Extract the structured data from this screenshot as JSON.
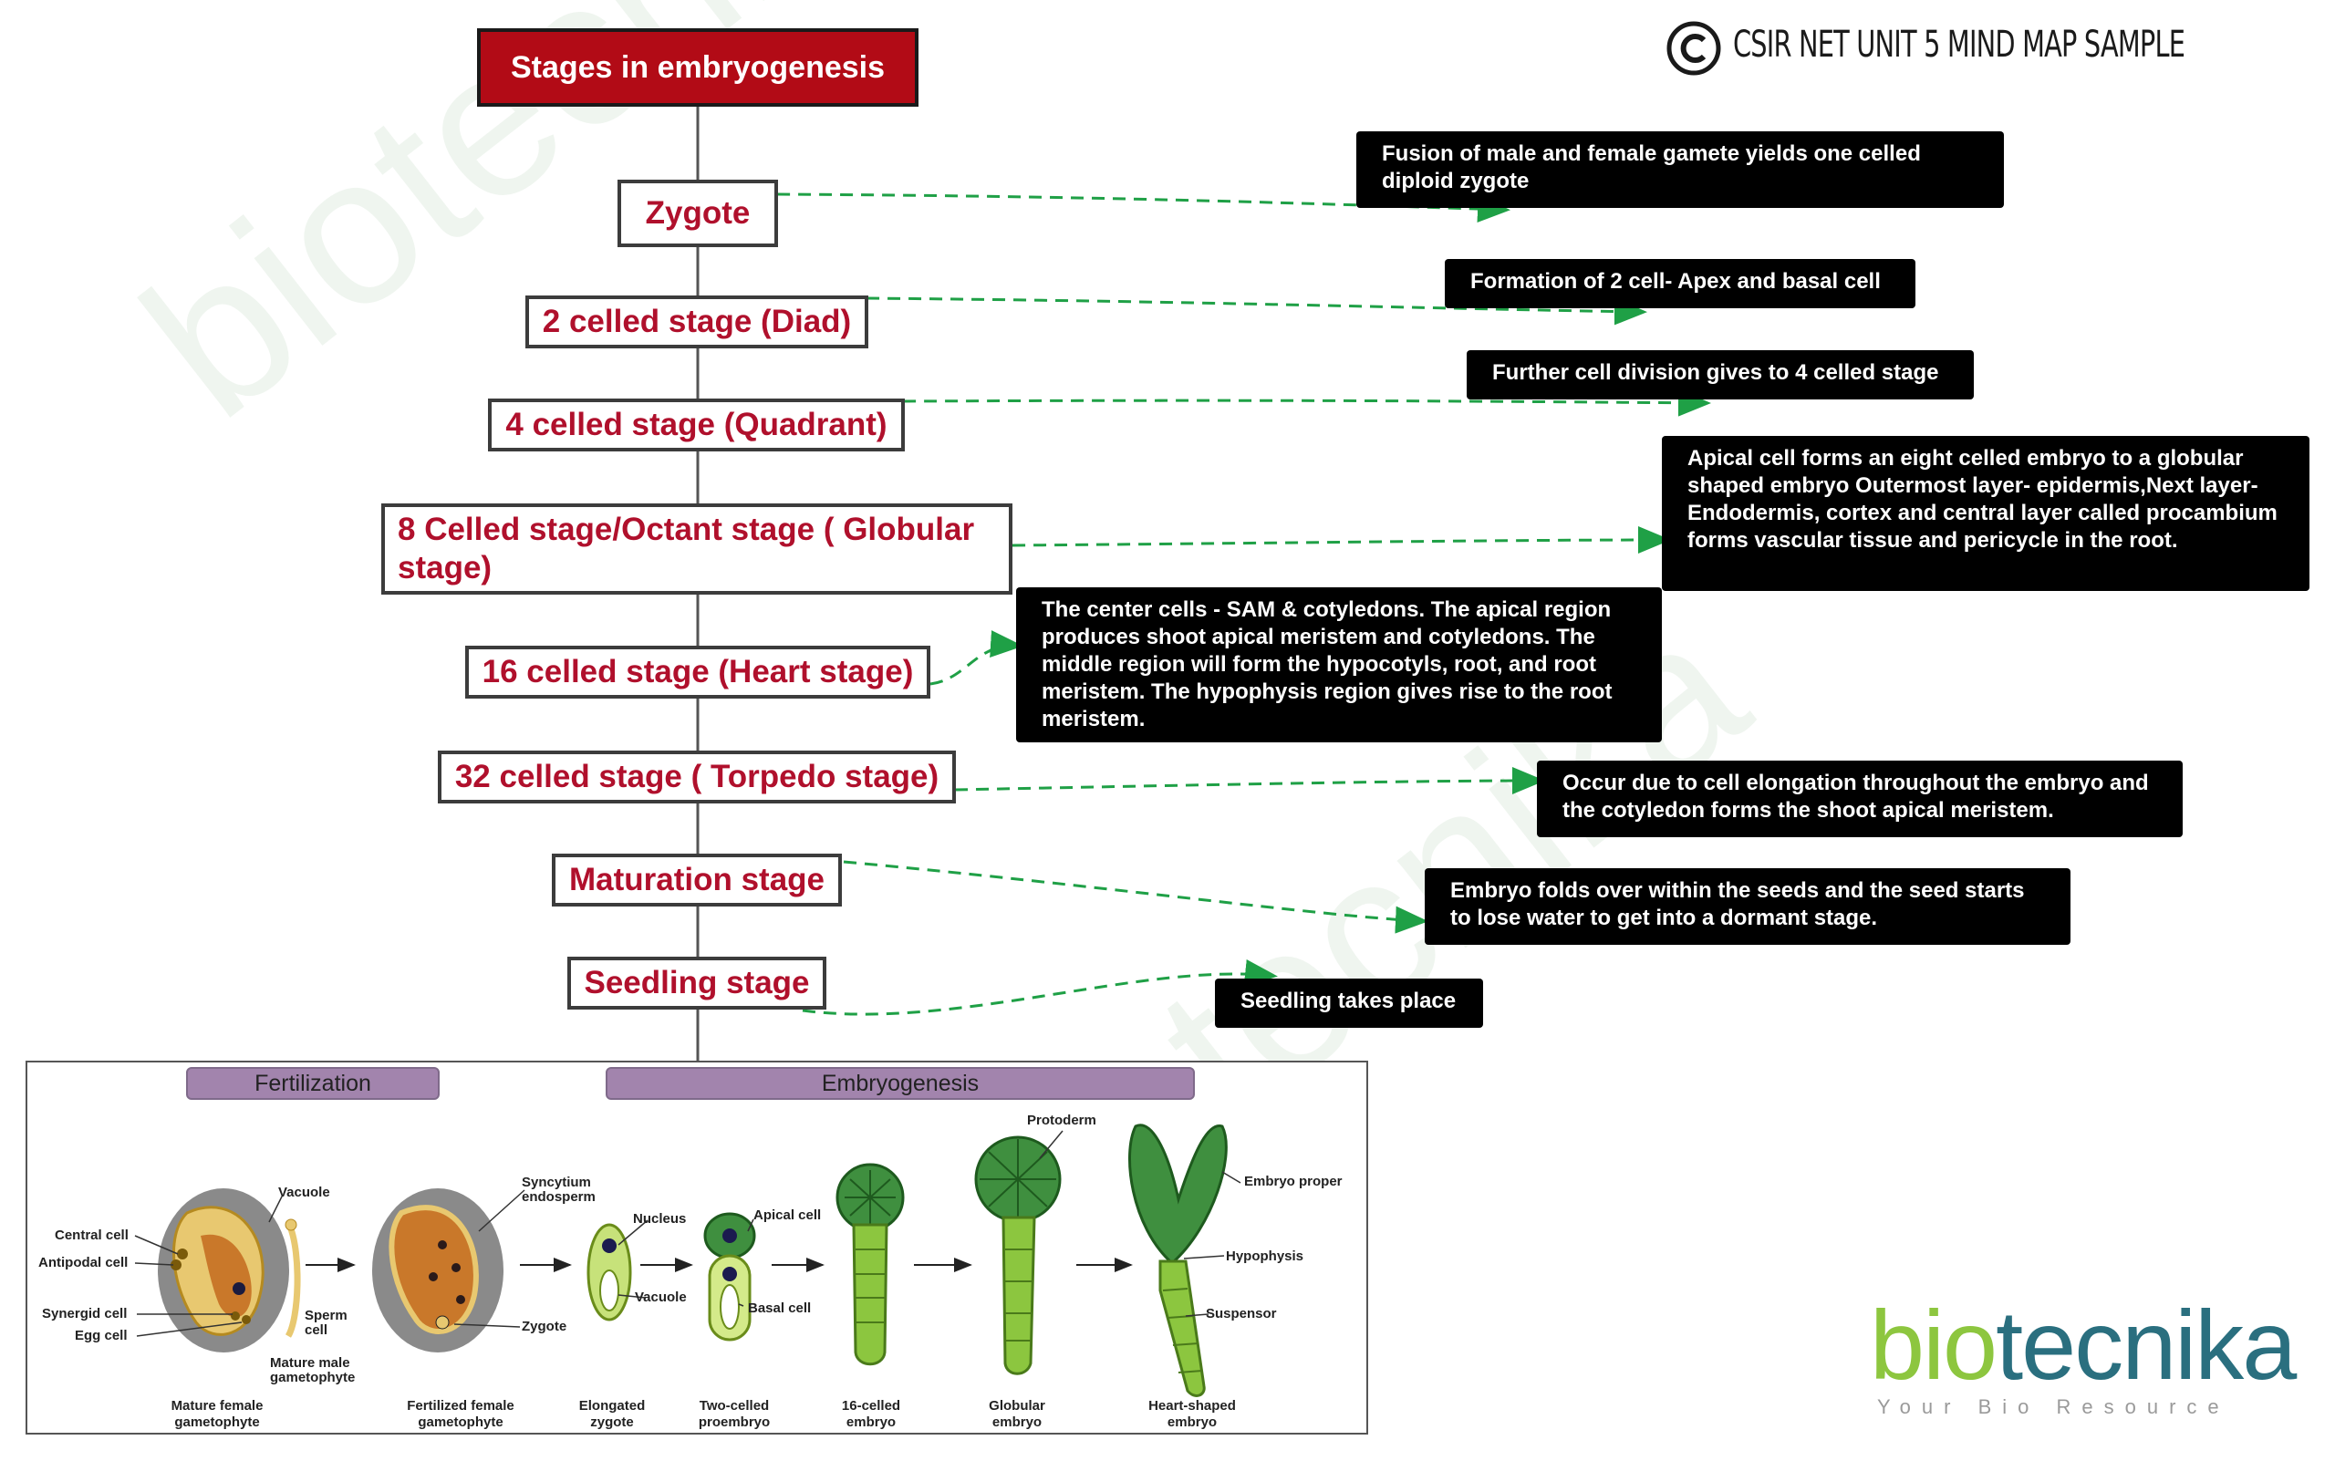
{
  "header": {
    "brand_title": "CSIR NET UNIT 5 MIND MAP SAMPLE",
    "copyright_icon": "copyright-icon"
  },
  "root": {
    "title": "Stages in embryogenesis"
  },
  "stages": [
    {
      "label": "Zygote"
    },
    {
      "label": "2 celled stage (Diad)"
    },
    {
      "label": "4 celled stage (Quadrant)"
    },
    {
      "label": "8 Celled stage/Octant stage ( Globular stage)"
    },
    {
      "label": "16 celled stage (Heart stage)"
    },
    {
      "label": "32 celled stage ( Torpedo stage)"
    },
    {
      "label": "Maturation stage"
    },
    {
      "label": "Seedling stage"
    }
  ],
  "notes": [
    {
      "text": "Fusion of male and female gamete yields one celled diploid zygote"
    },
    {
      "text": "Formation of 2 cell- Apex and basal cell"
    },
    {
      "text": "Further cell division gives to 4 celled stage"
    },
    {
      "text": "Apical cell forms an eight celled embryo to a globular shaped embryo Outermost layer- epidermis,Next layer- Endodermis, cortex and central layer called procambium forms vascular tissue and pericycle in the root."
    },
    {
      "text": "The center cells - SAM & cotyledons. The apical region produces shoot apical meristem and cotyledons. The middle region will form the hypocotyls, root, and root meristem. The hypophysis region gives rise to the root meristem."
    },
    {
      "text": "Occur due to cell elongation throughout the embryo and the cotyledon forms the shoot apical meristem."
    },
    {
      "text": "Embryo folds over within the seeds and the seed starts to lose water to get into a dormant stage."
    },
    {
      "text": "Seedling takes place"
    }
  ],
  "figure": {
    "section_fertilization": "Fertilization",
    "section_embryogenesis": "Embryogenesis",
    "captions": {
      "mature_female": "Mature female gametophyte",
      "fertilized_female": "Fertilized female gametophyte",
      "elongated_zygote": "Elongated zygote",
      "two_celled": "Two-celled proembryo",
      "sixteen_celled": "16-celled embryo",
      "globular": "Globular embryo",
      "heart_shaped": "Heart-shaped embryo"
    },
    "parts": {
      "vacuole": "Vacuole",
      "central_cell": "Central cell",
      "antipodal_cell": "Antipodal cell",
      "synergid_cell": "Synergid cell",
      "egg_cell": "Egg cell",
      "sperm_cell": "Sperm cell",
      "mature_male": "Mature male gametophyte",
      "syncytium": "Syncytium endosperm",
      "zygote": "Zygote",
      "nucleus": "Nucleus",
      "vacuole2": "Vacuole",
      "apical_cell": "Apical cell",
      "basal_cell": "Basal cell",
      "protoderm": "Protoderm",
      "embryo_proper": "Embryo proper",
      "hypophysis": "Hypophysis",
      "suspensor": "Suspensor"
    }
  },
  "logo": {
    "part1": "bio",
    "part2": "tecni",
    "part3": "ka",
    "tagline": "Your Bio Resource",
    "color_green": "#8dc63f",
    "color_teal": "#2a6f7f"
  },
  "watermark": {
    "text": "biotecnika"
  }
}
